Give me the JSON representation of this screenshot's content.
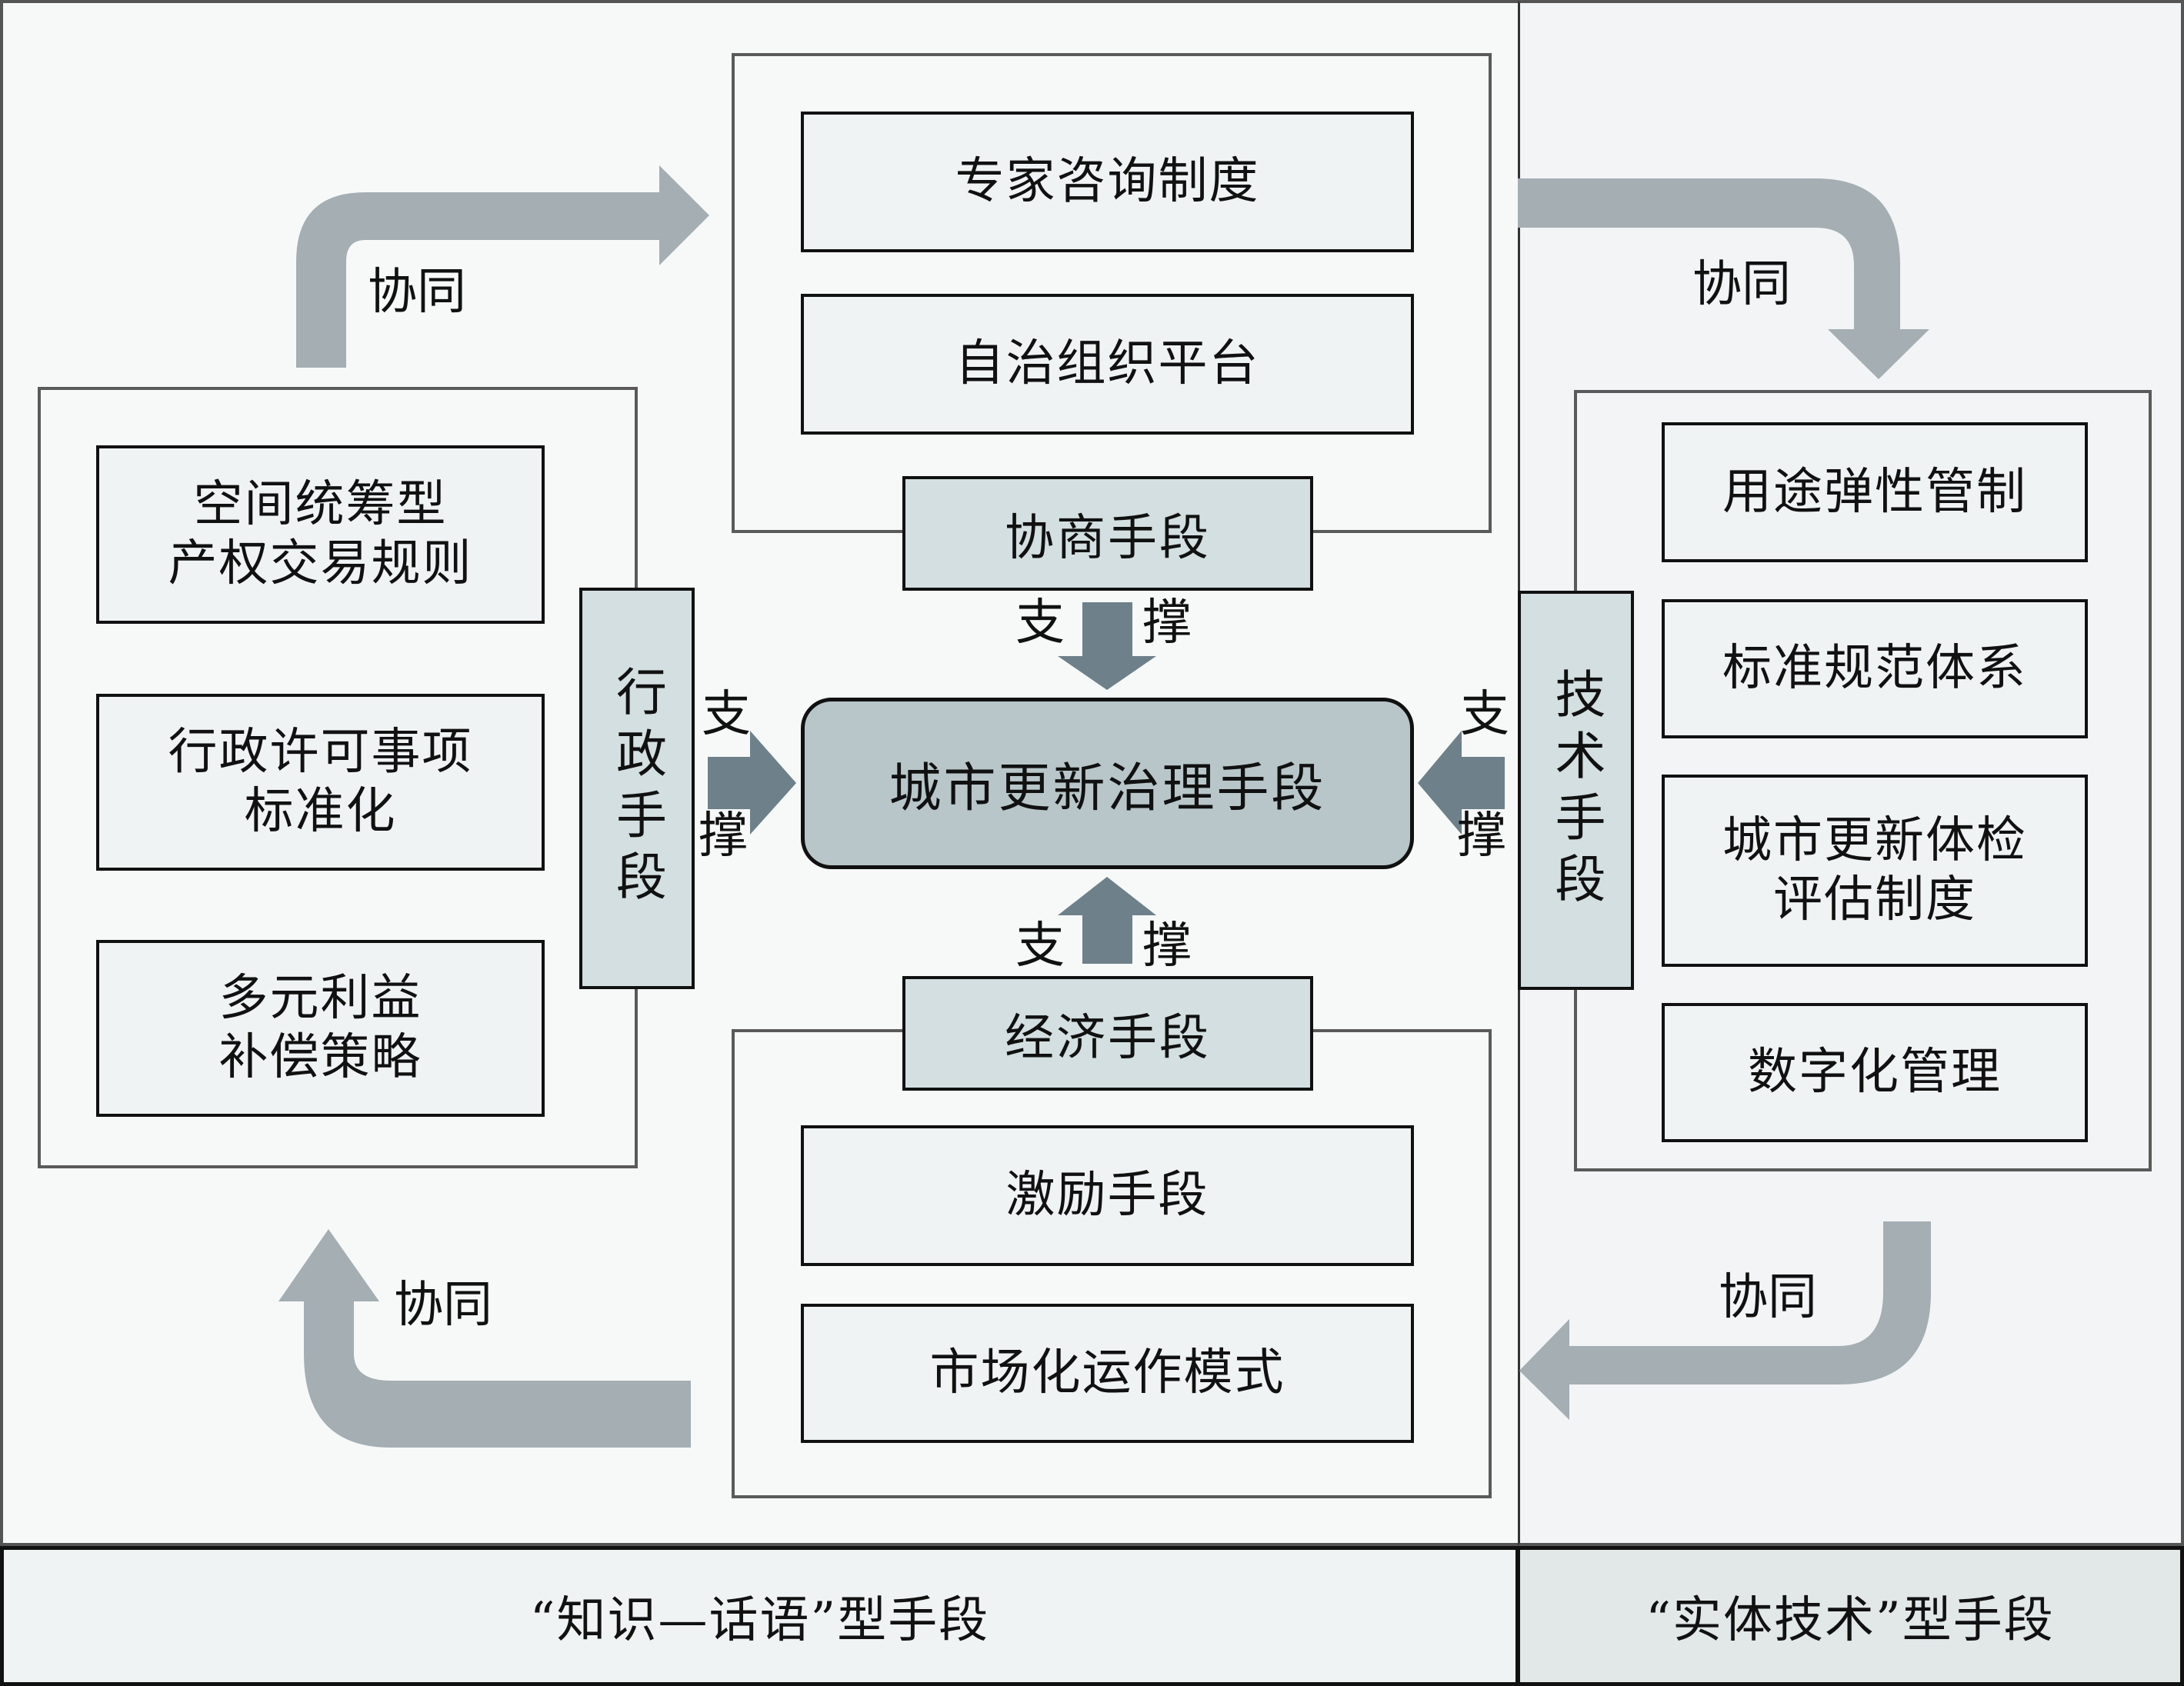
{
  "colors": {
    "flow_arrow": "#a4aeb3",
    "support_arrow": "#6e808a",
    "core_fill": "#b8c6c9",
    "tool_fill": "#d3dfe0",
    "item_fill": "#f0f3f4"
  },
  "core": {
    "label": "城市更新治理手段"
  },
  "negotiation": {
    "label": "协商手段",
    "items": [
      "专家咨询制度",
      "自治组织平台"
    ]
  },
  "economic": {
    "label": "经济手段",
    "items": [
      "激励手段",
      "市场化运作模式"
    ]
  },
  "administrative": {
    "label": "行政手段",
    "items": [
      "空间统筹型\n产权交易规则",
      "行政许可事项\n标准化",
      "多元利益\n补偿策略"
    ]
  },
  "technical": {
    "label": "技术手段",
    "items": [
      "用途弹性管制",
      "标准规范体系",
      "城市更新体检\n评估制度",
      "数字化管理"
    ]
  },
  "support": {
    "char1": "支",
    "char2": "撑"
  },
  "synergy_label": "协同",
  "categories": {
    "left": "“知识—话语”型手段",
    "right": "“实体技术”型手段"
  }
}
